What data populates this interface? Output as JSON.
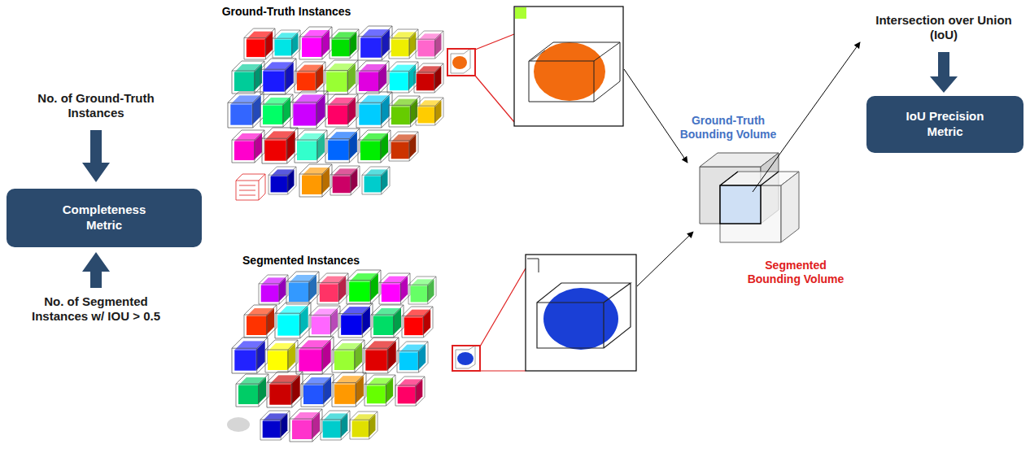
{
  "diagram": {
    "nodes": [
      {
        "text": [
          "Completeness Metric"
        ]
      },
      {
        "text": [
          "IoU Precision Metric"
        ]
      }
    ],
    "labels": [
      "Ground-Truth Instances",
      "Segmented Instances",
      "No. of Ground-Truth Instances",
      "No. of Segmented Instances w/ IOU > 0.5",
      "Ground-Truth Bounding Volume",
      "Segmented Bounding Volume",
      "Intersection over Union (IoU)"
    ]
  }
}
